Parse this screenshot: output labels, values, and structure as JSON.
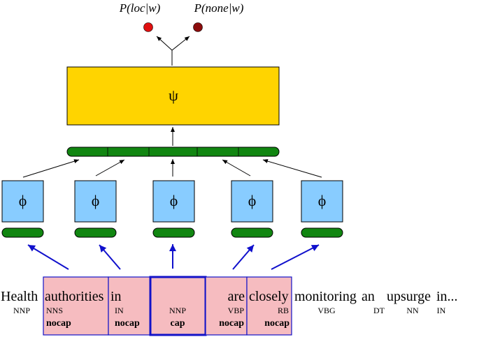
{
  "outputs": {
    "loc_label": "P(loc|w)",
    "none_label": "P(none|w)",
    "loc_color": "#e01010",
    "none_color": "#8b0c0c"
  },
  "psi": {
    "symbol": "ψ",
    "fill": "#ffd400"
  },
  "concat_bar": {
    "fill": "#118611"
  },
  "phi": {
    "symbol": "ϕ",
    "fill": "#88ccff",
    "count": 5
  },
  "arrows": {
    "blue": "#1010cc",
    "black": "#000000"
  },
  "window_fill": "#f6bcc0",
  "window_border": "#1212c8",
  "tokens": [
    {
      "word": "Health",
      "pos": "NNP",
      "cap": ""
    },
    {
      "word": "authorities",
      "pos": "NNS",
      "cap": "nocap"
    },
    {
      "word": "in",
      "pos": "IN",
      "cap": "nocap"
    },
    {
      "word": "",
      "pos": "NNP",
      "cap": "cap"
    },
    {
      "word": "are",
      "pos": "VBP",
      "cap": "nocap"
    },
    {
      "word": "closely",
      "pos": "RB",
      "cap": "nocap"
    },
    {
      "word": "monitoring",
      "pos": "VBG",
      "cap": ""
    },
    {
      "word": "an",
      "pos": "DT",
      "cap": ""
    },
    {
      "word": "upsurge",
      "pos": "NN",
      "cap": ""
    },
    {
      "word": "in...",
      "pos": "IN",
      "cap": ""
    }
  ]
}
